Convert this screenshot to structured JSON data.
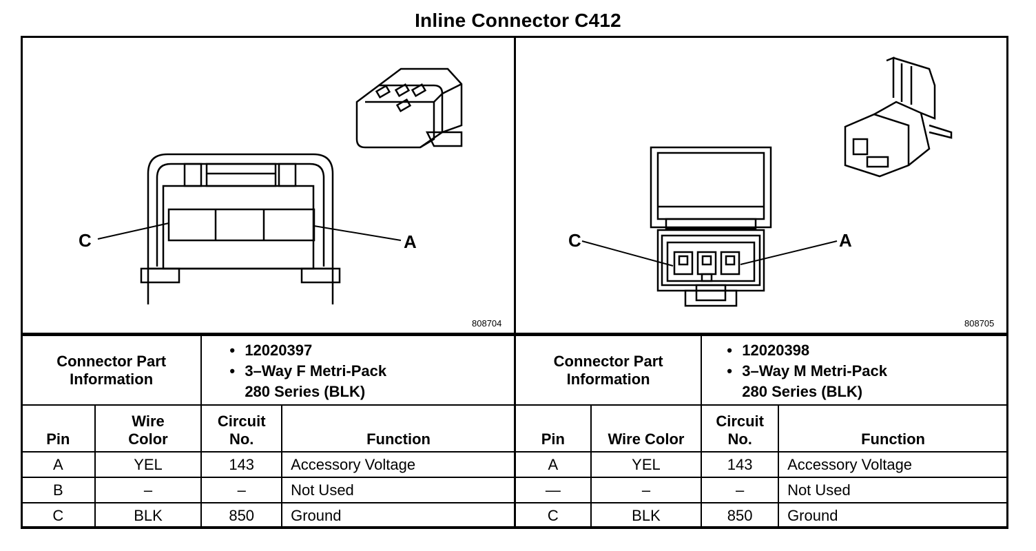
{
  "title": "Inline Connector C412",
  "left": {
    "figure_id": "808704",
    "callout_c": "C",
    "callout_a": "A",
    "info_label_line1": "Connector Part",
    "info_label_line2": "Information",
    "part_number": "12020397",
    "description_line1": "3–Way F Metri-Pack",
    "description_line2": "280 Series (BLK)",
    "headers": {
      "pin": "Pin",
      "wire_line1": "Wire",
      "wire_line2": "Color",
      "circuit_line1": "Circuit",
      "circuit_line2": "No.",
      "function": "Function"
    },
    "rows": [
      {
        "pin": "A",
        "wire": "YEL",
        "circuit": "143",
        "function": "Accessory Voltage"
      },
      {
        "pin": "B",
        "wire": "–",
        "circuit": "–",
        "function": "Not Used"
      },
      {
        "pin": "C",
        "wire": "BLK",
        "circuit": "850",
        "function": "Ground"
      }
    ]
  },
  "right": {
    "figure_id": "808705",
    "callout_c": "C",
    "callout_a": "A",
    "info_label_line1": "Connector Part",
    "info_label_line2": "Information",
    "part_number": "12020398",
    "description_line1": "3–Way M Metri-Pack",
    "description_line2": "280 Series (BLK)",
    "headers": {
      "pin": "Pin",
      "wire": "Wire Color",
      "circuit_line1": "Circuit",
      "circuit_line2": "No.",
      "function": "Function"
    },
    "rows": [
      {
        "pin": "A",
        "wire": "YEL",
        "circuit": "143",
        "function": "Accessory Voltage"
      },
      {
        "pin": "—",
        "wire": "–",
        "circuit": "–",
        "function": "Not Used"
      },
      {
        "pin": "C",
        "wire": "BLK",
        "circuit": "850",
        "function": "Ground"
      }
    ]
  }
}
